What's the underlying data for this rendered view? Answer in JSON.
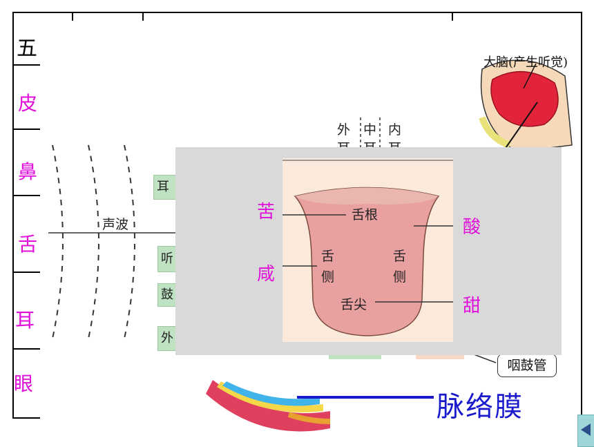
{
  "table": {
    "header_label": "五",
    "row_labels": [
      "皮",
      "鼻",
      "舌",
      "耳",
      "眼"
    ]
  },
  "ear_diagram": {
    "brain_label": "大脑(产生听觉)",
    "sound_label": "声波",
    "ear_parts": [
      "外",
      "中",
      "内"
    ],
    "ear_parts_row2": [
      "耳",
      "耳",
      "耳"
    ],
    "green_boxes": [
      "耳",
      "听",
      "鼓",
      "外"
    ],
    "eustachian_tube": "咽鼓管",
    "choroid": "脉络膜"
  },
  "tongue_diagram": {
    "left_labels": {
      "bitter": "苦",
      "salty": "咸"
    },
    "right_labels": {
      "sour": "酸",
      "sweet": "甜"
    },
    "tongue_root": "舌根",
    "tongue_side_left": [
      "舌",
      "侧"
    ],
    "tongue_side_right": [
      "舌",
      "侧"
    ],
    "tongue_tip": "舌尖"
  },
  "colors": {
    "label_pink": "#e00fd9",
    "choroid_blue": "#1a1acc",
    "panel_gray": "#d9d9d9"
  },
  "nav": {
    "prev_icon": "triangle-left-icon"
  }
}
